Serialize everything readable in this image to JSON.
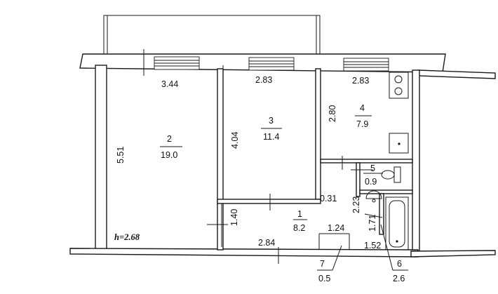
{
  "ceiling_height": "h=2.68",
  "rooms": [
    {
      "number": "2",
      "area": "19.0",
      "width": "3.44",
      "length": "5.51"
    },
    {
      "number": "3",
      "area": "11.4",
      "width": "2.83",
      "length": "4.04"
    },
    {
      "number": "4",
      "area": "7.9",
      "width": "2.83",
      "length": "2.80"
    },
    {
      "number": "5",
      "area": "0.9"
    },
    {
      "number": "1",
      "area": "8.2"
    },
    {
      "number": "7",
      "area": "0.5"
    },
    {
      "number": "6",
      "area": "2.6"
    }
  ],
  "dimensions": {
    "hall_width": "2.84",
    "hall_depth": "1.40",
    "closet_width": "1.24",
    "wc_gap": "0.31",
    "wc_depth": "2.23",
    "bath_depth": "1.71",
    "bath_width": "1.52"
  },
  "fixtures": [
    "stove-icon",
    "kitchen-sink-icon",
    "toilet-icon",
    "bathroom-sink-icon",
    "bathtub-icon"
  ]
}
